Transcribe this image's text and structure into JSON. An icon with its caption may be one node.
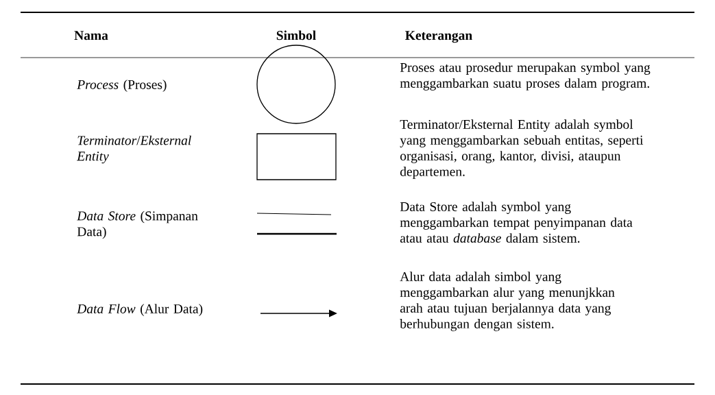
{
  "diagram": {
    "nodes": [
      {
        "text": [],
        "shape": "circle"
      },
      {
        "text": [],
        "shape": "box"
      }
    ],
    "labels": [
      "Nama",
      "Simbol",
      "Keterangan",
      "*Process* (Proses)",
      "Proses atau prosedur merupakan symbol yang menggambarkan suatu proses dalam program.",
      "*Terminator*/*Eksternal Entity*",
      "Terminator/Eksternal Entity adalah symbol yang menggambarkan sebuah entitas, seperti organisasi, orang, kantor, divisi, ataupun departemen.",
      "*Data Store* (Simpanan Data)",
      "Data Store adalah symbol yang menggambarkan tempat penyimpanan data atau atau *database* dalam sistem.",
      "*Data Flow* (Alur Data)",
      "Alur data adalah simbol yang menggambarkan alur yang menunjkkan arah atau tujuan berjalannya data yang berhubungan dengan sistem."
    ]
  }
}
